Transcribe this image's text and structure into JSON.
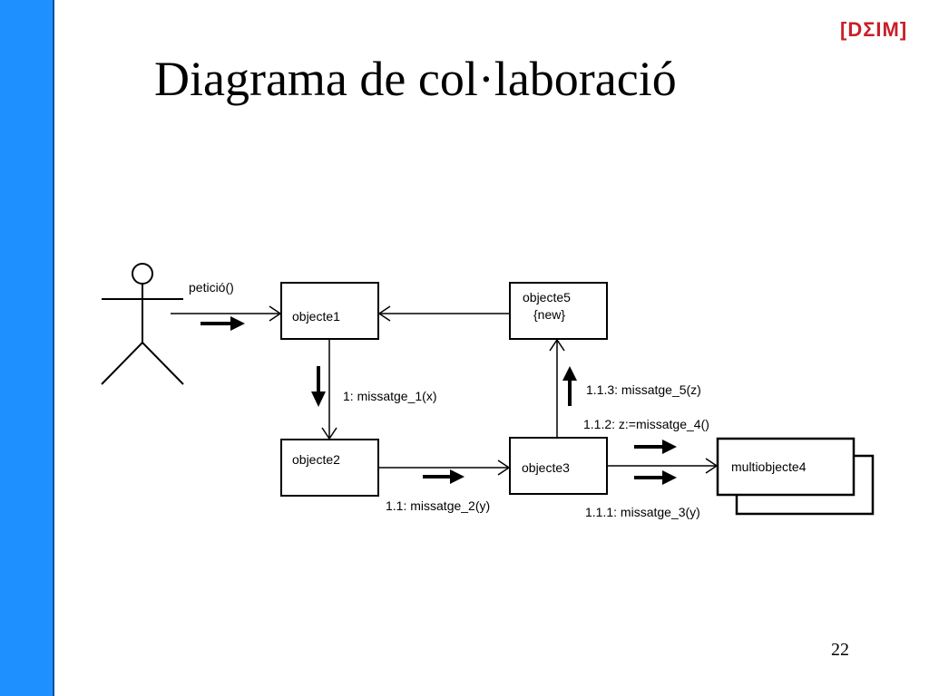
{
  "slide": {
    "title": "Diagrama de col·laboració",
    "page_number": "22",
    "logo_text": "[DΣIM]",
    "colors": {
      "sidebar": "#1e90ff",
      "logo": "#c8202a"
    }
  },
  "diagram": {
    "objects": {
      "objecte1": "objecte1",
      "objecte2": "objecte2",
      "objecte3": "objecte3",
      "objecte5_line1": "objecte5",
      "objecte5_line2": "{new}",
      "multiobjecte4": "multiobjecte4"
    },
    "messages": {
      "peticio": "petició()",
      "m1": "1: missatge_1(x)",
      "m11": "1.1: missatge_2(y)",
      "m111": "1.1.1: missatge_3(y)",
      "m112": "1.1.2: z:=missatge_4()",
      "m113": "1.1.3: missatge_5(z)"
    }
  }
}
